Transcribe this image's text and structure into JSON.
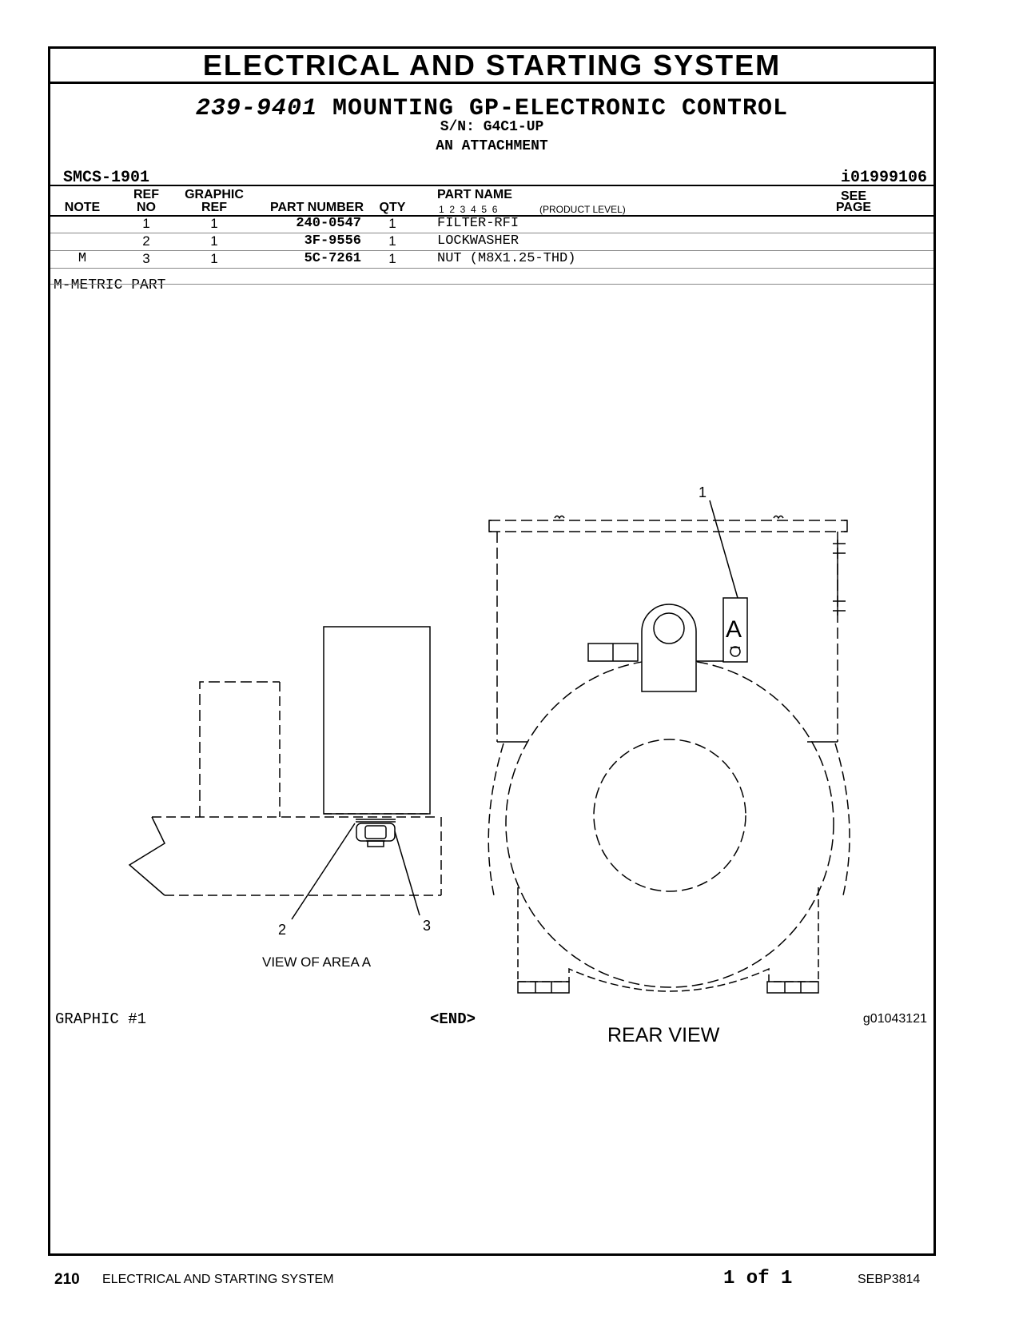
{
  "section_title": "ELECTRICAL AND STARTING SYSTEM",
  "group": {
    "part_number": "239-9401",
    "name": "MOUNTING GP-ELECTRONIC CONTROL",
    "serial": "S/N: G4C1-UP",
    "attachment": "AN ATTACHMENT",
    "smcs": "SMCS-1901",
    "illustration_id": "i01999106"
  },
  "table": {
    "headers": {
      "note": "NOTE",
      "ref_no_1": "REF",
      "ref_no_2": "NO",
      "graphic_ref_1": "GRAPHIC",
      "graphic_ref_2": "REF",
      "part_number": "PART NUMBER",
      "qty": "QTY",
      "part_name": "PART NAME",
      "product_level_nums": "1  2  3  4  5  6",
      "product_level": "(PRODUCT LEVEL)",
      "see_page_1": "SEE",
      "see_page_2": "PAGE"
    },
    "rows": [
      {
        "note": "",
        "ref_no": "1",
        "graphic_ref": "1",
        "part_number": "240-0547",
        "qty": "1",
        "part_name": "FILTER-RFI"
      },
      {
        "note": "",
        "ref_no": "2",
        "graphic_ref": "1",
        "part_number": "3F-9556",
        "qty": "1",
        "part_name": "LOCKWASHER"
      },
      {
        "note": "M",
        "ref_no": "3",
        "graphic_ref": "1",
        "part_number": "5C-7261",
        "qty": "1",
        "part_name": "NUT (M8X1.25-THD)"
      }
    ],
    "note_legend": "M-METRIC PART"
  },
  "illustration": {
    "callouts": [
      "1",
      "2",
      "3"
    ],
    "area_label": "A",
    "view_area_label": "VIEW OF AREA A",
    "rear_view_label": "REAR VIEW"
  },
  "graphic_label": "GRAPHIC #1",
  "end_label": "<END>",
  "graphic_id": "g01043121",
  "footer": {
    "page": "210",
    "section": "ELECTRICAL AND STARTING SYSTEM",
    "page_of": "1 of 1",
    "doc_id": "SEBP3814"
  }
}
